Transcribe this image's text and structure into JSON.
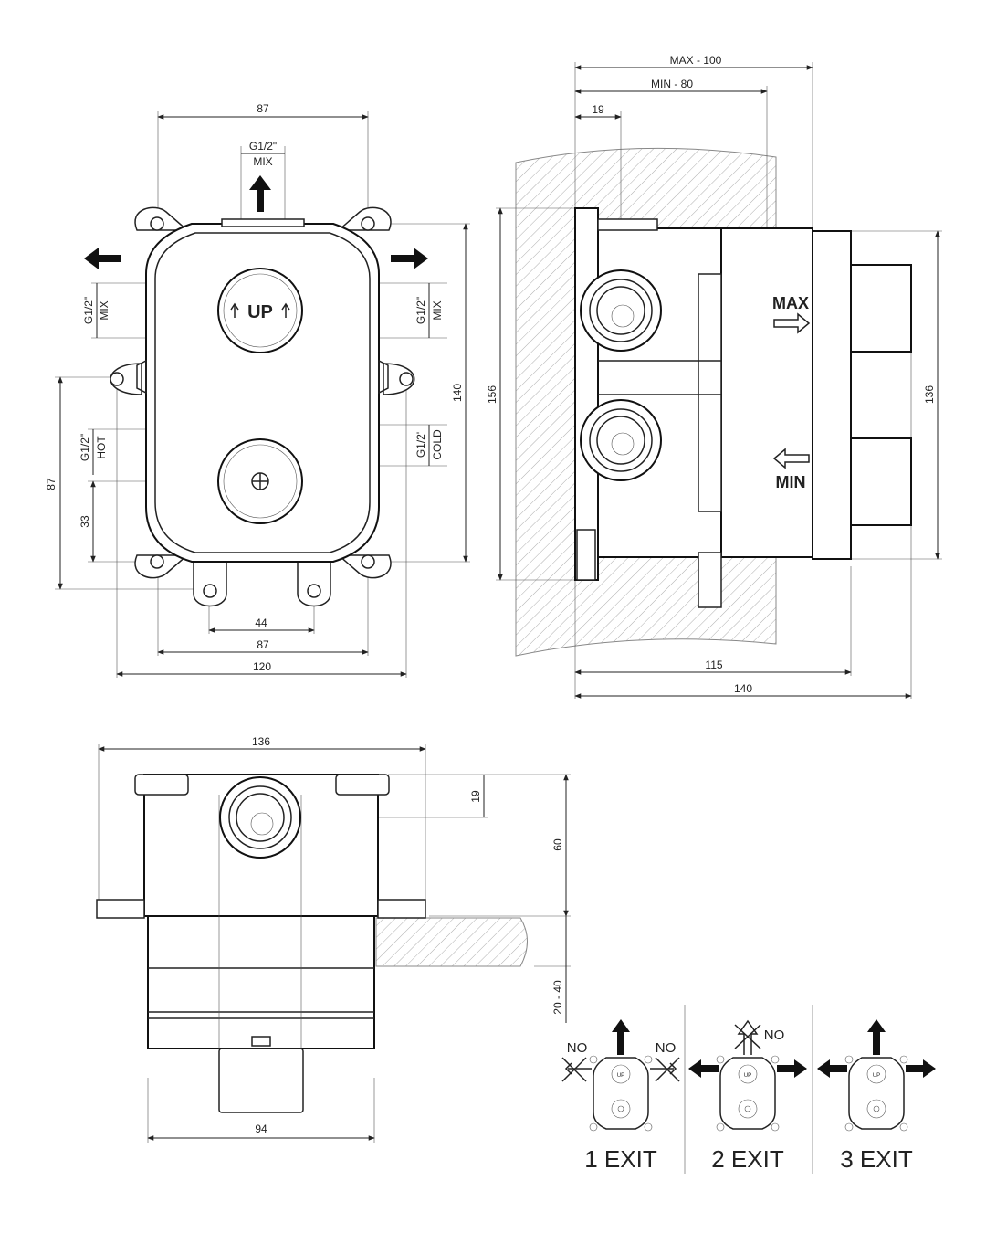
{
  "front_view": {
    "dims": {
      "top_width": "87",
      "bottom_inner": "44",
      "bottom_mid": "87",
      "bottom_total": "120",
      "height_right": "140",
      "height_left": "87",
      "low_offset": "33"
    },
    "ports": {
      "top_size": "G1/2\"",
      "top_name": "MIX",
      "left_size": "G1/2\"",
      "left_name": "MIX",
      "right_size": "G1/2\"",
      "right_name": "MIX",
      "hot_size": "G1/2\"",
      "hot_name": "HOT",
      "cold_size": "G1/2'",
      "cold_name": "COLD"
    },
    "up_label": "UP"
  },
  "side_view": {
    "dims": {
      "max_depth": "MAX - 100",
      "min_depth": "MIN - 80",
      "flange": "19",
      "total_height": "156",
      "body_height": "136",
      "body_length": "115",
      "total_length": "140"
    },
    "max_label": "MAX",
    "min_label": "MIN"
  },
  "bottom_view": {
    "dims": {
      "width": "136",
      "port_offset": "19",
      "depth": "60",
      "wall_range": "20 - 40",
      "base_width": "94"
    }
  },
  "exit_options": [
    {
      "label": "1 EXIT",
      "no_left": "NO",
      "no_right": "NO"
    },
    {
      "label": "2 EXIT",
      "no_top": "NO"
    },
    {
      "label": "3 EXIT"
    }
  ],
  "mini_knob_text": "UP"
}
